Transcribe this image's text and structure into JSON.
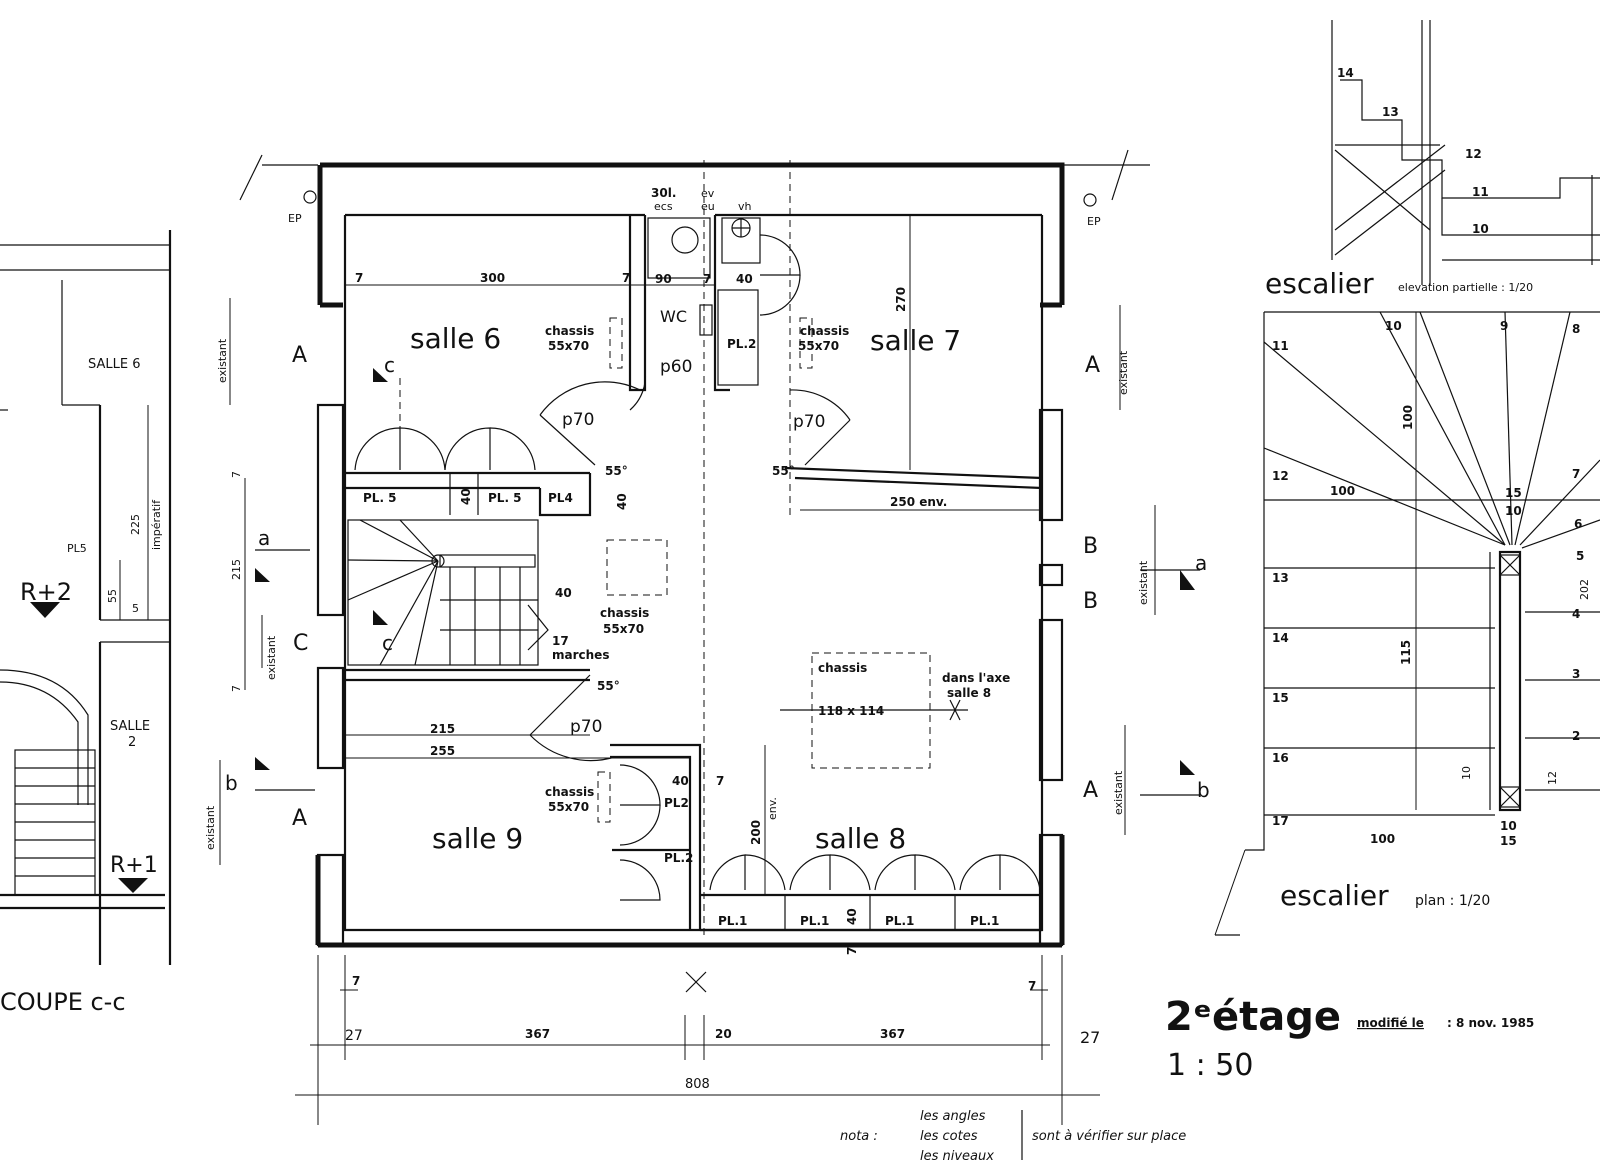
{
  "section": {
    "salle6": "SALLE 6",
    "imperatif": "impératif",
    "dim225": "225",
    "pl5": "PL5",
    "dim55": "55",
    "dim5": "5",
    "r2": "R+2",
    "salle2_l1": "SALLE",
    "salle2_l2": "2",
    "r1": "R+1",
    "title": "COUPE c-c"
  },
  "plan": {
    "rooms": {
      "salle6": "salle 6",
      "salle7": "salle 7",
      "salle8": "salle 8",
      "salle9": "salle 9"
    },
    "ep": "EP",
    "axes": {
      "A": "A",
      "B": "B",
      "C": "C"
    },
    "section_marks": {
      "a": "a",
      "b": "b",
      "c": "c"
    },
    "existant": "existant",
    "top_fixtures": {
      "l30": "30l.",
      "ecs": "ecs",
      "ev": "ev",
      "eu": "eu",
      "vh": "vh"
    },
    "wc": "WC",
    "doors": {
      "p60": "p60",
      "p70": "p70"
    },
    "angle": "55°",
    "chassis": "chassis",
    "chassis_size": "55x70",
    "chassis_big": "118 x 114",
    "dans_axe": "dans l'axe",
    "dans_axe2": "salle   8",
    "marches_n": "17",
    "marches": "marches",
    "cupboards": {
      "pl1": "PL.1",
      "pl2": "PL.2",
      "pl2b": "PL2",
      "pl4": "PL4",
      "pl5": "PL. 5"
    },
    "dims": {
      "d300": "300",
      "d7": "7",
      "d90": "90",
      "d40": "40",
      "d270": "270",
      "d250": "250 env.",
      "d215": "215",
      "d255": "255",
      "d200": "200",
      "env": "env.",
      "d27": "27",
      "d367": "367",
      "d20": "20",
      "d808": "808"
    }
  },
  "title_block": {
    "floor": "2ᵉétage",
    "scale": "1 : 50",
    "modified_label": "modifié  le",
    "modified_date": ":  8  nov.  1985",
    "nota": "nota :",
    "items": [
      "les  angles",
      "les  cotes",
      "les  niveaux"
    ],
    "note": "sont  à  vérifier  sur  place"
  },
  "stair_elev": {
    "steps": [
      "14",
      "13",
      "12",
      "11",
      "10"
    ],
    "title": "escalier",
    "sub": "elevation  partielle : 1/20"
  },
  "stair_plan": {
    "left_steps": [
      "11",
      "12",
      "13",
      "14",
      "15",
      "16",
      "17"
    ],
    "top_steps": [
      "10",
      "9",
      "8"
    ],
    "right_steps": [
      "7",
      "6",
      "5",
      "4",
      "3",
      "2"
    ],
    "dims": {
      "d100a": "100",
      "d100b": "100",
      "d100c": "100",
      "d115": "115",
      "d15": "15",
      "d10": "10",
      "d12": "12",
      "d202": "202"
    },
    "title": "escalier",
    "sub": "plan : 1/20"
  }
}
